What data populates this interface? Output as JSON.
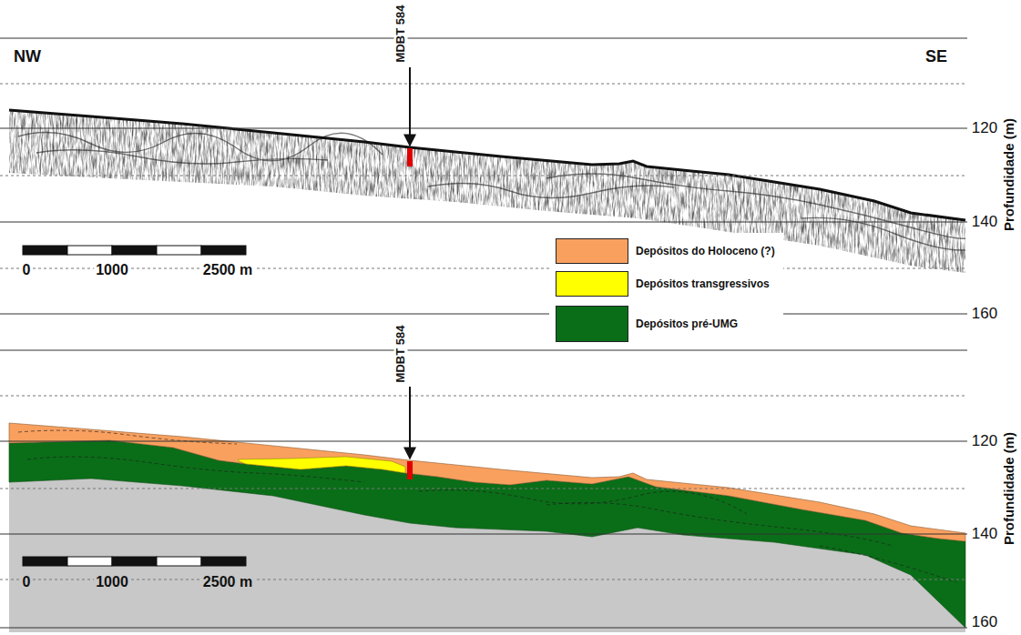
{
  "diagram": {
    "labels": [
      "NW",
      "SE",
      "MDBT 584",
      "120",
      "140",
      "160",
      "Profundidade (m)",
      "0",
      "1000",
      "2500 m",
      "MDBT 584",
      "120",
      "140",
      "160",
      "Profundidade (m)",
      "0",
      "1000",
      "2500 m"
    ],
    "legend": [
      {
        "text": "Depósitos do Holoceno (?)",
        "color": "#f9a05f"
      },
      {
        "text": "Depósitos transgressivos",
        "color": "#ffff00"
      },
      {
        "text": "Depósitos pré-UMG",
        "color": "#0a6e18"
      }
    ]
  }
}
